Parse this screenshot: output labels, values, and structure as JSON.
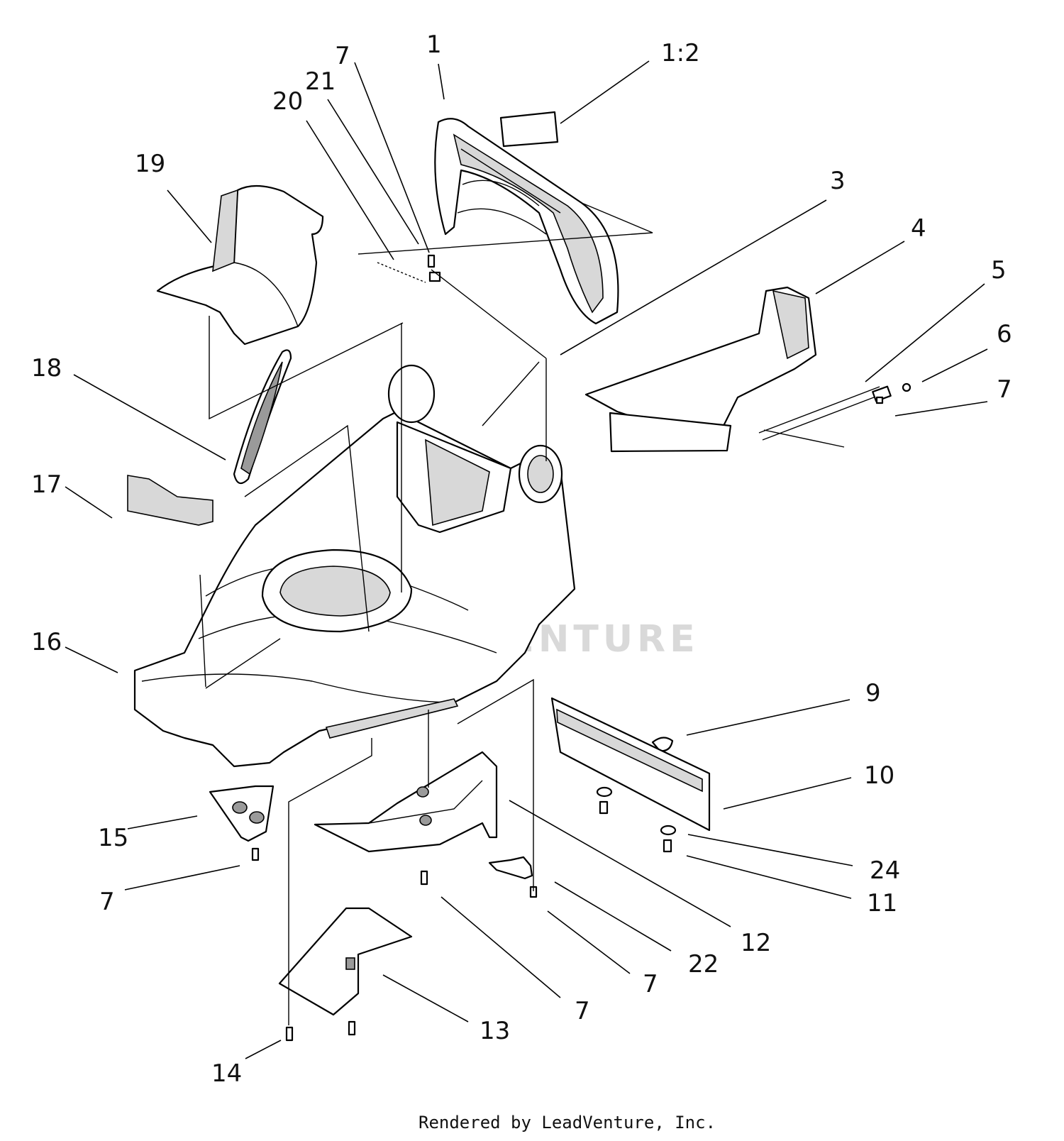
{
  "callouts": [
    {
      "id": "c1",
      "text": "1"
    },
    {
      "id": "c1_2",
      "text": "1:2"
    },
    {
      "id": "c7a",
      "text": "7"
    },
    {
      "id": "c21",
      "text": "21"
    },
    {
      "id": "c20",
      "text": "20"
    },
    {
      "id": "c19",
      "text": "19"
    },
    {
      "id": "c3",
      "text": "3"
    },
    {
      "id": "c4",
      "text": "4"
    },
    {
      "id": "c5",
      "text": "5"
    },
    {
      "id": "c6",
      "text": "6"
    },
    {
      "id": "c7b",
      "text": "7"
    },
    {
      "id": "c18",
      "text": "18"
    },
    {
      "id": "c17",
      "text": "17"
    },
    {
      "id": "c16",
      "text": "16"
    },
    {
      "id": "c9",
      "text": "9"
    },
    {
      "id": "c10",
      "text": "10"
    },
    {
      "id": "c15",
      "text": "15"
    },
    {
      "id": "c24",
      "text": "24"
    },
    {
      "id": "c11",
      "text": "11"
    },
    {
      "id": "c7c",
      "text": "7"
    },
    {
      "id": "c12",
      "text": "12"
    },
    {
      "id": "c22",
      "text": "22"
    },
    {
      "id": "c7d",
      "text": "7"
    },
    {
      "id": "c7e",
      "text": "7"
    },
    {
      "id": "c13",
      "text": "13"
    },
    {
      "id": "c14",
      "text": "14"
    }
  ],
  "watermark": "LEADVENTURE",
  "footer": "Rendered by LeadVenture, Inc."
}
